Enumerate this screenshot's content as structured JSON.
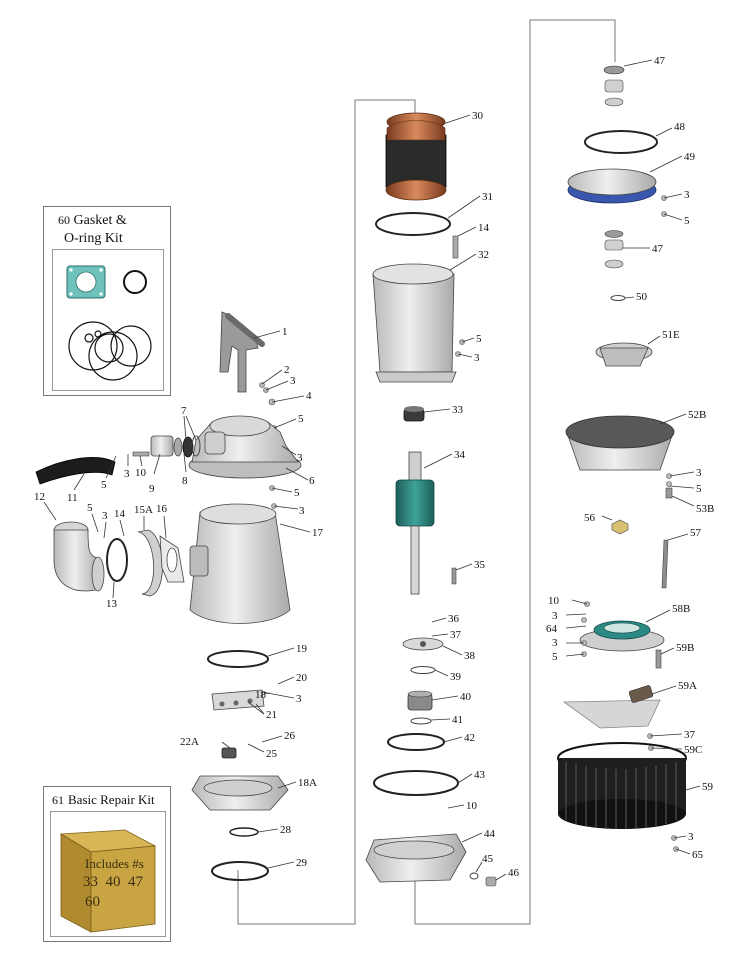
{
  "kits": {
    "gasket": {
      "number": "60",
      "title_line1": "Gasket &",
      "title_line2": "O-ring Kit"
    },
    "repair": {
      "number": "61",
      "title": "Basic Repair Kit",
      "crate_line1": "Includes #s",
      "crate_line2": "33  40  47",
      "crate_line3": "60"
    }
  },
  "callouts": {
    "c1": "1",
    "c2": "2",
    "c3a": "3",
    "c4": "4",
    "c5a": "5",
    "c7": "7",
    "c3b": "3",
    "c6": "6",
    "c5b": "5",
    "c3c": "3",
    "c17": "17",
    "c8": "8",
    "c9": "9",
    "c10a": "10",
    "c3d": "3",
    "c5c": "5",
    "c11": "11",
    "c12": "12",
    "c5d": "5",
    "c3e": "3",
    "c14a": "14",
    "c15a": "15A",
    "c16": "16",
    "c13": "13",
    "c19": "19",
    "c20": "20",
    "c18": "18",
    "c3f": "3",
    "c21": "21",
    "c22a": "22A",
    "c26": "26",
    "c25": "25",
    "c18a": "18A",
    "c28": "28",
    "c29": "29",
    "c30": "30",
    "c31": "31",
    "c14b": "14",
    "c32": "32",
    "c5e": "5",
    "c3g": "3",
    "c33": "33",
    "c34": "34",
    "c35": "35",
    "c36": "36",
    "c37a": "37",
    "c38": "38",
    "c39": "39",
    "c40": "40",
    "c41": "41",
    "c42": "42",
    "c43": "43",
    "c10b": "10",
    "c44": "44",
    "c45": "45",
    "c46": "46",
    "c47a": "47",
    "c48": "48",
    "c49": "49",
    "c3h": "3",
    "c5f": "5",
    "c47b": "47",
    "c50": "50",
    "c51e": "51E",
    "c52b": "52B",
    "c3i": "3",
    "c5g": "5",
    "c53b": "53B",
    "c56": "56",
    "c57": "57",
    "c10c": "10",
    "c3j": "3",
    "c64": "64",
    "c58b": "58B",
    "c3k": "3",
    "c5h": "5",
    "c59b": "59B",
    "c59a": "59A",
    "c37b": "37",
    "c59c": "59C",
    "c59": "59",
    "c3l": "3",
    "c65": "65"
  },
  "colors": {
    "part_gray": "#d6d6d6",
    "part_dark": "#8a8a8a",
    "copper": "#b0603a",
    "winding_black": "#2a2a2a",
    "rotor_teal": "#2e7f78",
    "seal_teal": "#2c8a84",
    "diffuser_blue": "#3a57b0",
    "crate": "#c9a443",
    "gasket_teal": "#6fc2bb"
  },
  "icons": {
    "crate": "cardboard-box-icon"
  }
}
